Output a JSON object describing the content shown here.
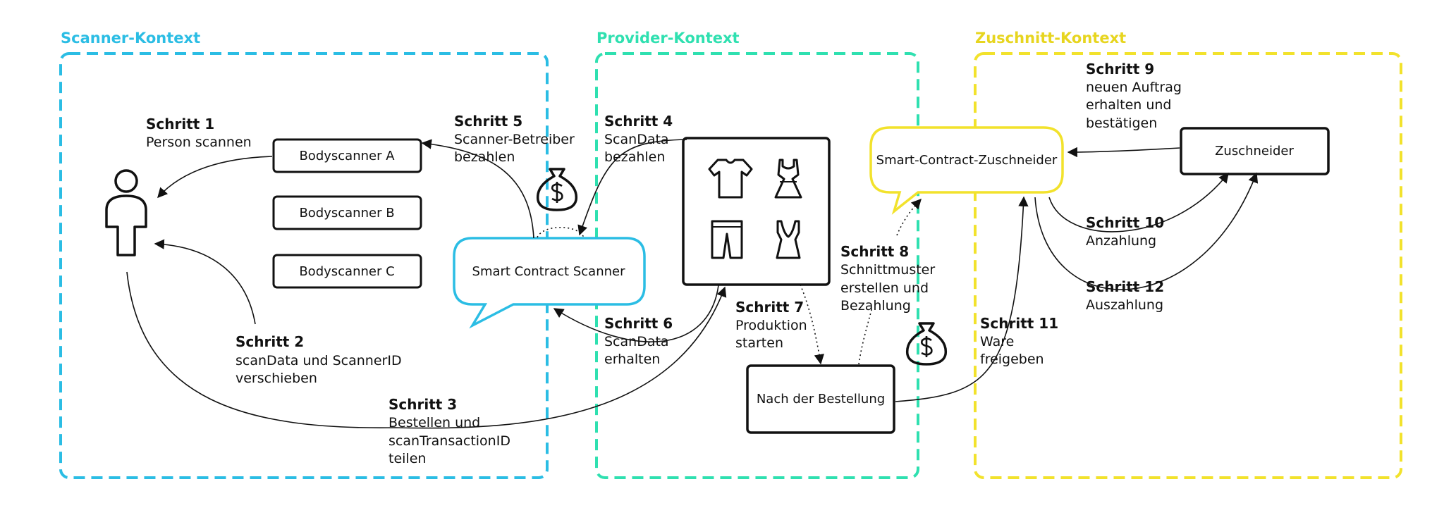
{
  "colors": {
    "scanner": "#2bbde4",
    "provider": "#2fe0b0",
    "cutter": "#f2e22c",
    "ink": "#111111"
  },
  "contexts": {
    "scanner": {
      "title": "Scanner-Kontext"
    },
    "provider": {
      "title": "Provider-Kontext"
    },
    "cutter": {
      "title": "Zuschnitt-Kontext"
    }
  },
  "nodes": {
    "bodyscanner_a": "Bodyscanner A",
    "bodyscanner_b": "Bodyscanner B",
    "bodyscanner_c": "Bodyscanner C",
    "smart_contract_scanner": "Smart Contract Scanner",
    "smart_contract_cutter": "Smart-Contract-Zuschneider",
    "cutter": "Zuschneider",
    "after_order": "Nach der Bestellung"
  },
  "icons": {
    "person": "person-icon",
    "money_bag": "money-bag-icon",
    "tshirt": "tshirt-icon",
    "dress": "dress-icon",
    "trousers": "trousers-icon",
    "top": "top-icon"
  },
  "steps": [
    {
      "title": "Schritt 1",
      "lines": [
        "Person scannen"
      ]
    },
    {
      "title": "Schritt 2",
      "lines": [
        "scanData und ScannerID",
        "verschieben"
      ]
    },
    {
      "title": "Schritt 3",
      "lines": [
        "Bestellen und",
        "scanTransactionID",
        "teilen"
      ]
    },
    {
      "title": "Schritt 4",
      "lines": [
        "ScanData",
        "bezahlen"
      ]
    },
    {
      "title": "Schritt 5",
      "lines": [
        "Scanner-Betreiber",
        "bezahlen"
      ]
    },
    {
      "title": "Schritt 6",
      "lines": [
        "ScanData",
        "erhalten"
      ]
    },
    {
      "title": "Schritt 7",
      "lines": [
        "Produktion",
        "starten"
      ]
    },
    {
      "title": "Schritt 8",
      "lines": [
        "Schnittmuster",
        "erstellen und",
        "Bezahlung"
      ]
    },
    {
      "title": "Schritt 9",
      "lines": [
        "neuen Auftrag",
        "erhalten und",
        "bestätigen"
      ]
    },
    {
      "title": "Schritt 10",
      "lines": [
        "Anzahlung"
      ]
    },
    {
      "title": "Schritt 11",
      "lines": [
        "Ware",
        "freigeben"
      ]
    },
    {
      "title": "Schritt 12",
      "lines": [
        "Auszahlung"
      ]
    }
  ]
}
